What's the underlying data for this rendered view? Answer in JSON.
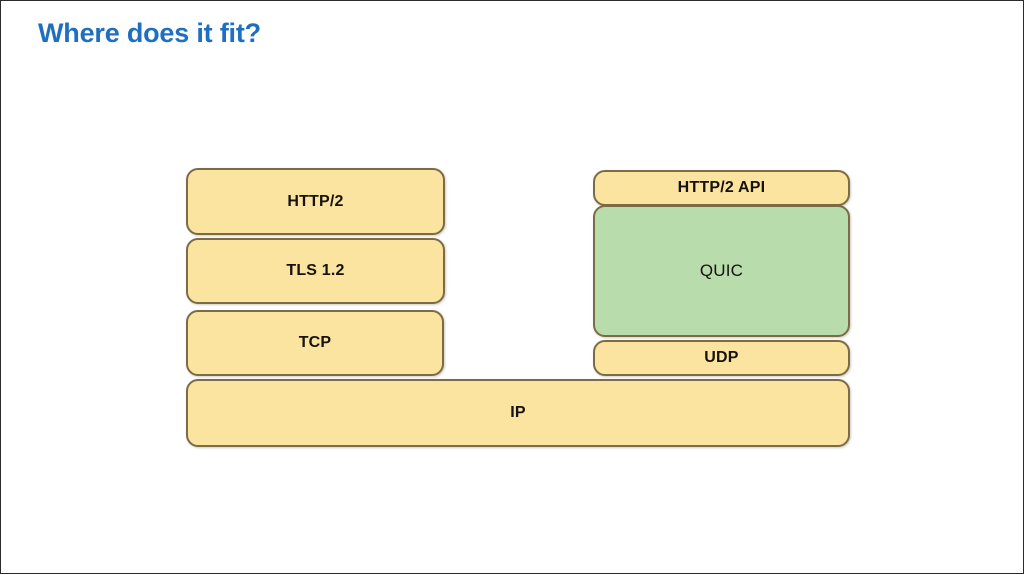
{
  "slide": {
    "title": "Where does it fit?",
    "title_color": "#1f6fc0",
    "background_color": "#ffffff",
    "border_color": "#2b2b2b"
  },
  "diagram": {
    "type": "protocol-stack-comparison",
    "box_border_color": "#7b6b46",
    "yellow_fill": "#fbe3a0",
    "green_fill": "#b8dcab",
    "left_stack": [
      {
        "label": "HTTP/2",
        "fill": "yellow"
      },
      {
        "label": "TLS 1.2",
        "fill": "yellow"
      },
      {
        "label": "TCP",
        "fill": "yellow"
      }
    ],
    "right_stack": [
      {
        "label": "HTTP/2 API",
        "fill": "yellow"
      },
      {
        "label": "QUIC",
        "fill": "green"
      },
      {
        "label": "UDP",
        "fill": "yellow"
      }
    ],
    "base_layer": {
      "label": "IP",
      "fill": "yellow"
    }
  }
}
